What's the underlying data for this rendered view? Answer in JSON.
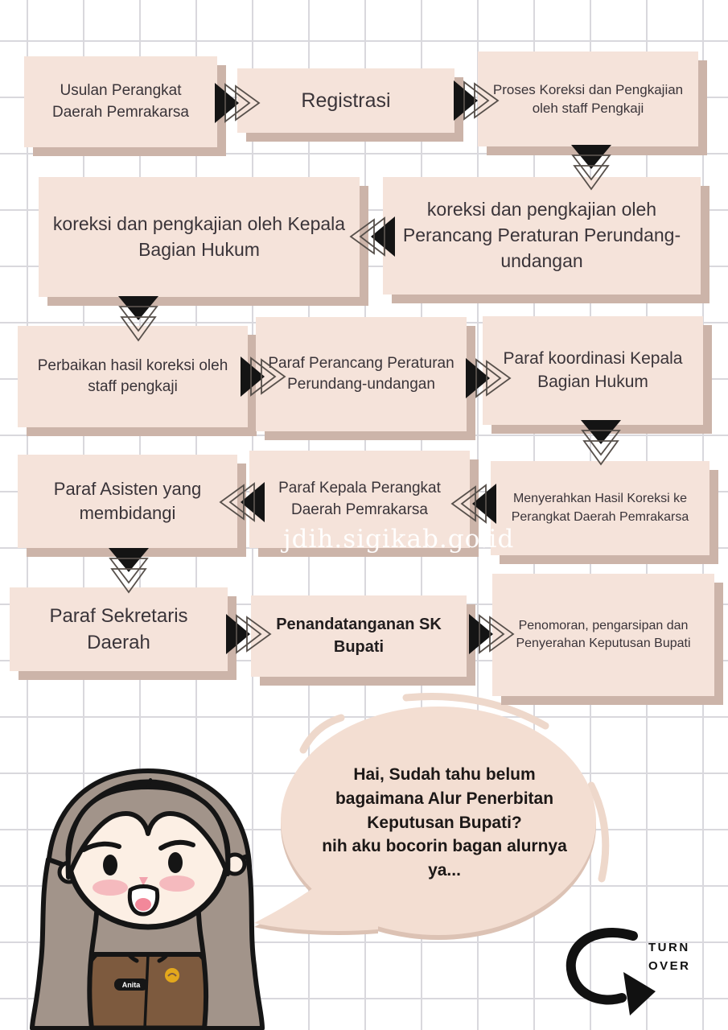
{
  "flowchart": {
    "boxes": [
      {
        "text": "Usulan Perangkat Daerah Pemrakarsa"
      },
      {
        "text": "Registrasi"
      },
      {
        "text": "Proses Koreksi dan Pengkajian oleh staff Pengkaji"
      },
      {
        "text": "koreksi dan pengkajian oleh Kepala Bagian Hukum"
      },
      {
        "text": "koreksi dan pengkajian oleh Perancang Peraturan Perundang-undangan"
      },
      {
        "text": "Perbaikan hasil koreksi oleh staff pengkaji"
      },
      {
        "text": "Paraf Perancang Peraturan Perundang-undangan"
      },
      {
        "text": "Paraf koordinasi Kepala Bagian Hukum"
      },
      {
        "text": "Paraf Asisten yang membidangi"
      },
      {
        "text": "Paraf Kepala Perangkat Daerah Pemrakarsa"
      },
      {
        "text": "Menyerahkan Hasil Koreksi ke Perangkat Daerah Pemrakarsa"
      },
      {
        "text": "Paraf Sekretaris Daerah"
      },
      {
        "text": "Penandatanganan SK Bupati"
      },
      {
        "text": "Penomoran, pengarsipan dan Penyerahan Keputusan Bupati"
      }
    ]
  },
  "watermark": {
    "text": "jdih.sigikab.go.id"
  },
  "speech_bubble": {
    "text": "Hai, Sudah tahu belum\nbagaimana Alur Penerbitan\nKeputusan Bupati?\nnih aku bocorin bagan alurnya\nya..."
  },
  "character": {
    "name_tag": "Anita"
  },
  "turn_over": {
    "label": "TURN\nOVER"
  },
  "colors": {
    "box_fill": "#f5e3da",
    "box_shadow": "#ccb4a9",
    "bubble_fill": "#f3ded2",
    "bubble_rim": "#dcc2b4",
    "arrow_black": "#141414",
    "grid_line": "#d9d8dd",
    "accent_arc": "#eed8cb",
    "hair": "#a2948a",
    "shirt": "#7d5a3e"
  }
}
